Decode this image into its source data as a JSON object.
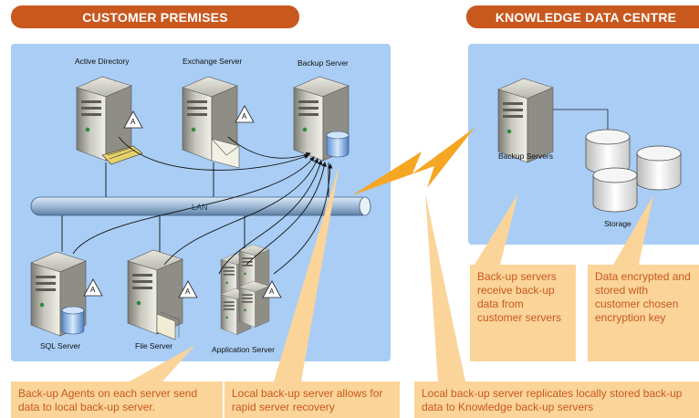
{
  "headers": {
    "left": "CUSTOMER PREMISES",
    "right": "KNOWLEDGE DATA CENTRE"
  },
  "server_labels": {
    "active_directory": "Active Directory",
    "exchange_server": "Exchange Server",
    "backup_server": "Backup Server",
    "sql_server": "SQL Server",
    "file_server": "File Server",
    "application_server": "Application Server",
    "backup_servers": "Backup Servers",
    "storage": "Storage"
  },
  "lan_label": "LAN",
  "agent_mark": "A",
  "callouts": {
    "agents": "Back-up Agents on each server send data to local back-up server.",
    "local_backup": "Local back-up server allows for rapid server recovery",
    "replication": "Local back-up server replicates locally stored back-up data to Knowledge back-up servers",
    "receive": "Back-up servers receive back-up data from customer servers",
    "encrypted": "Data encrypted and stored with customer chosen encryption key"
  },
  "colors": {
    "header": "#c8581e",
    "panel": "#a9cdf4",
    "callout_bg": "#fbd49a",
    "callout_text": "#c8581e",
    "lightning": "#f5a623"
  }
}
